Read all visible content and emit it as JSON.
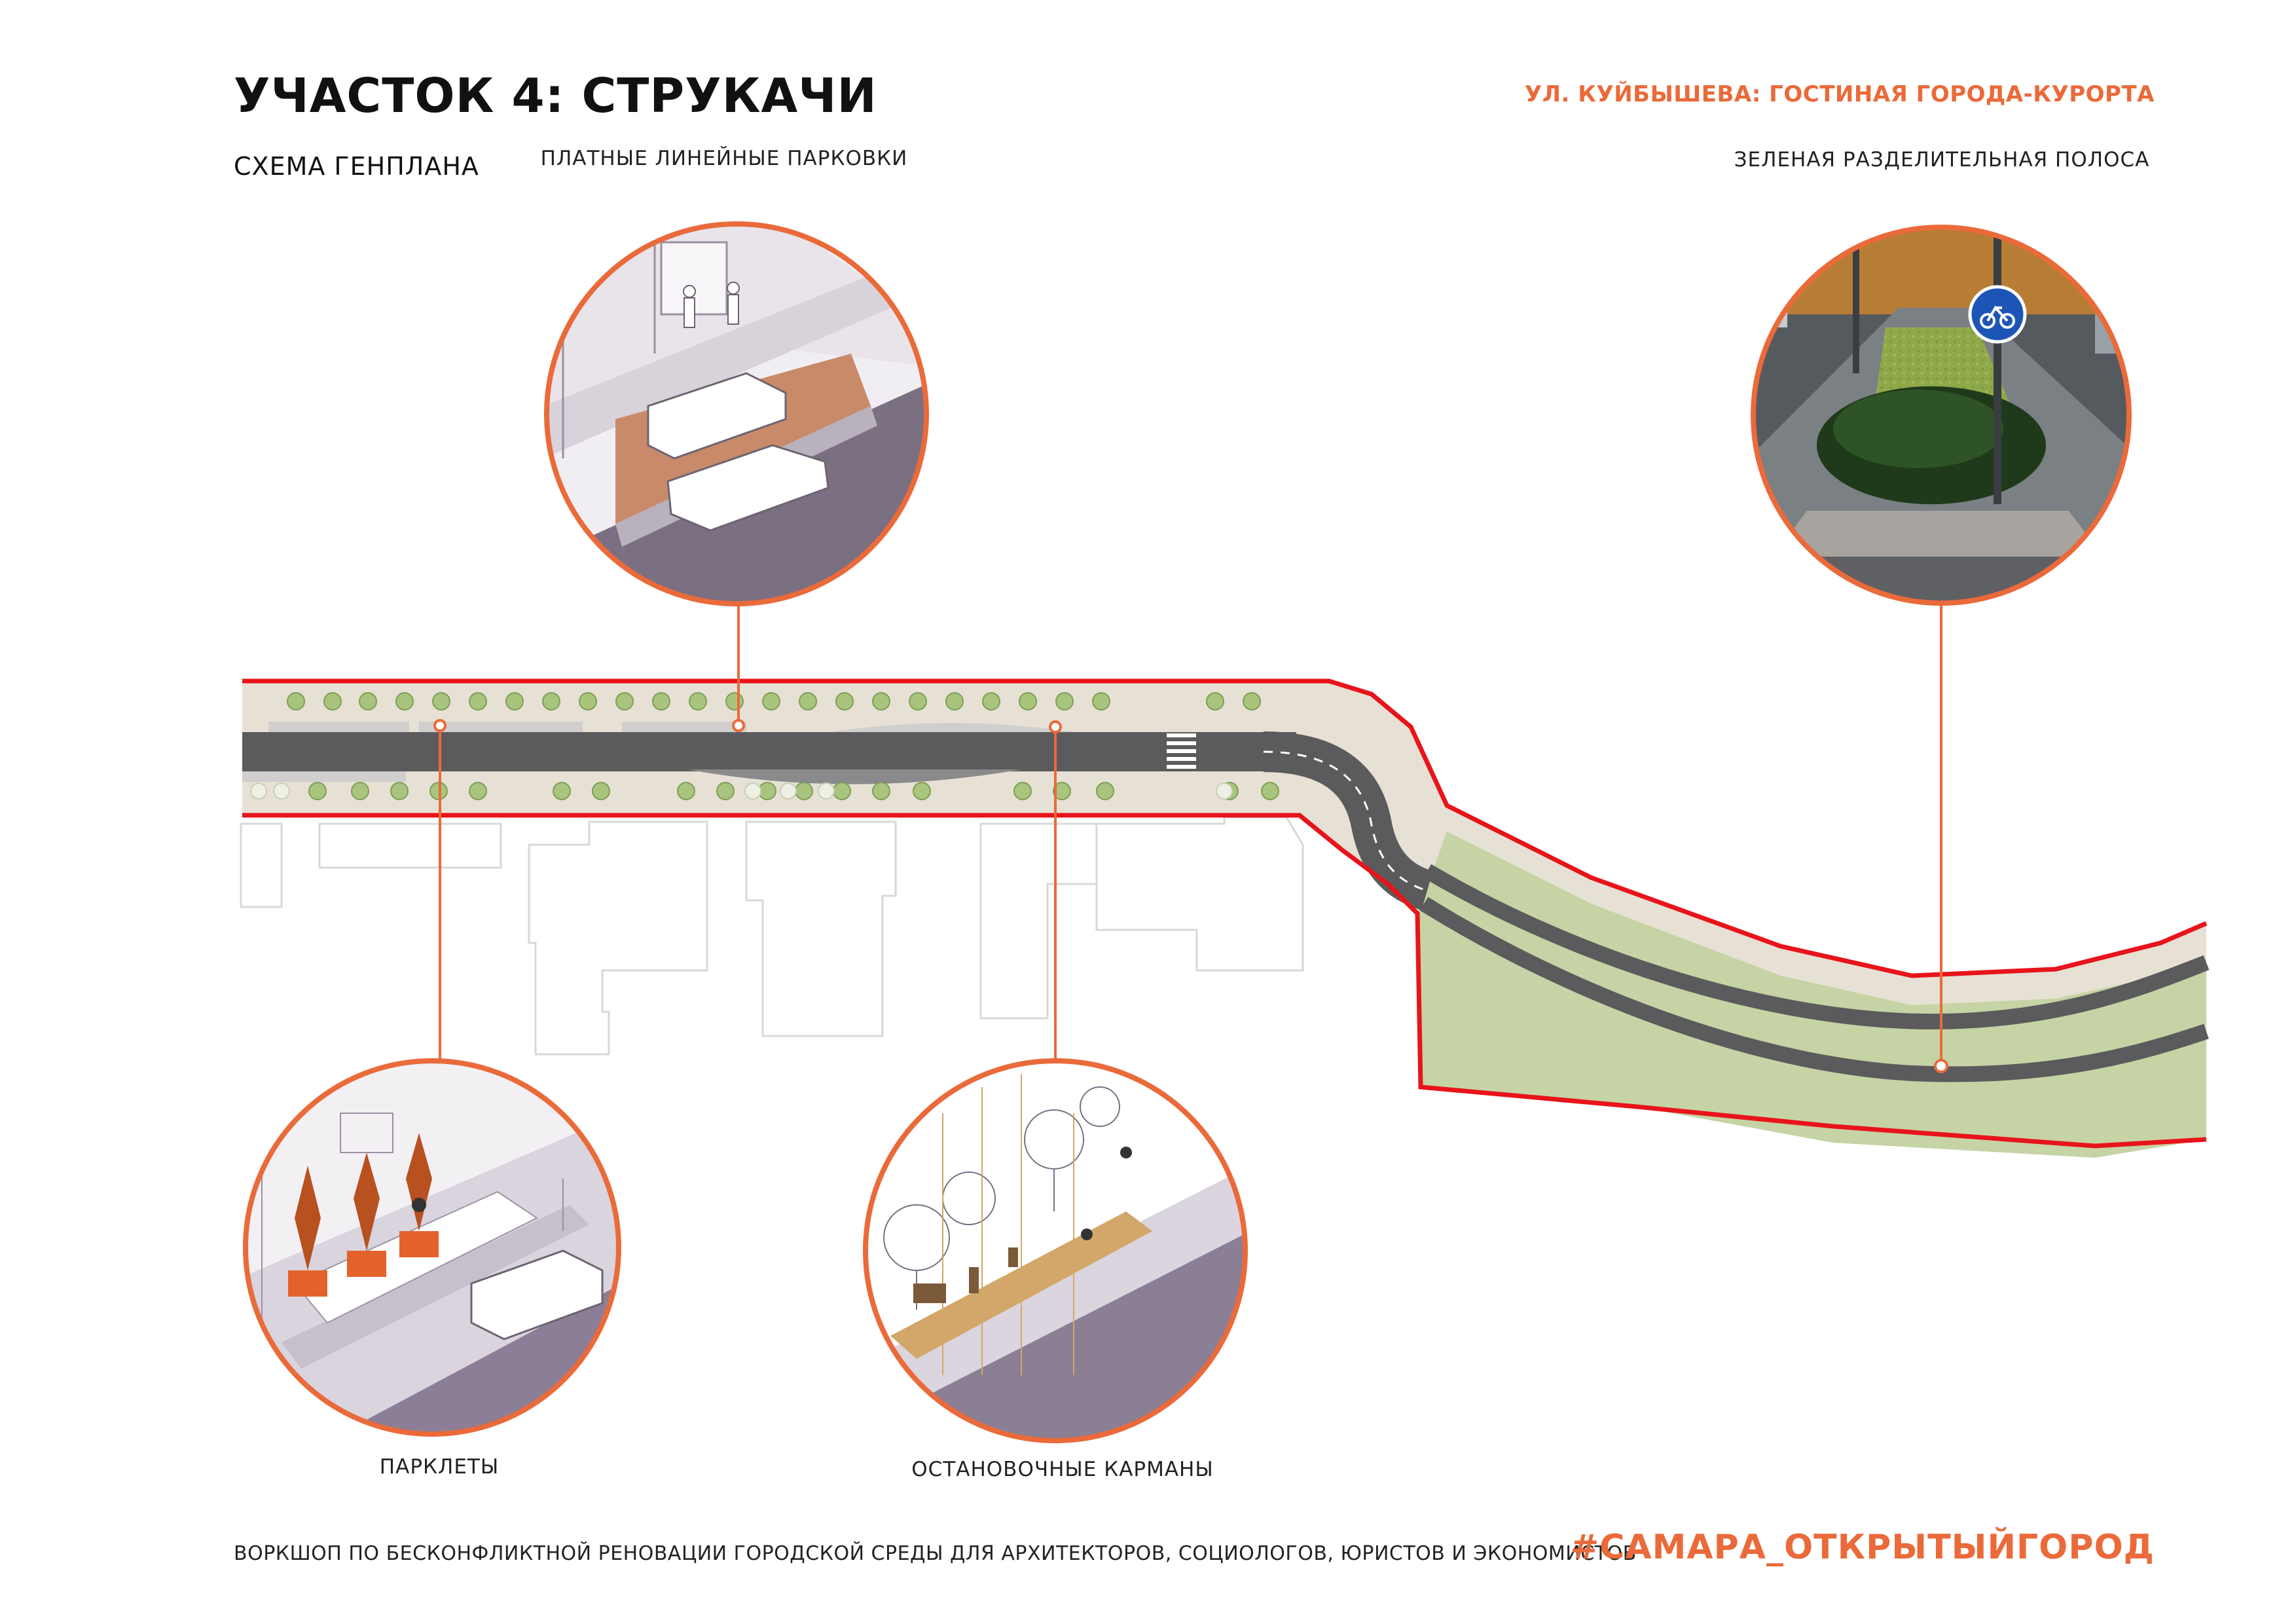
{
  "header": {
    "title": "УЧАСТОК 4: СТРУКАЧИ",
    "project": "УЛ. КУЙБЫШЕВА: ГОСТИНАЯ ГОРОДА-КУРОРТА",
    "scheme_label": "СХЕМА ГЕНПЛАНА"
  },
  "callouts": {
    "parking": "ПЛАТНЫЕ ЛИНЕЙНЫЕ ПАРКОВКИ",
    "green_strip": "ЗЕЛЕНАЯ РАЗДЕЛИТЕЛЬНАЯ ПОЛОСА",
    "parklets": "ПАРКЛЕТЫ",
    "bus_stops": "ОСТАНОВОЧНЫЕ КАРМАНЫ"
  },
  "footer": {
    "description": "ВОРКШОП ПО БЕСКОНФЛИКТНОЙ РЕНОВАЦИИ ГОРОДСКОЙ СРЕДЫ ДЛЯ АРХИТЕКТОРОВ, СОЦИОЛОГОВ, ЮРИСТОВ И ЭКОНОМИСТОВ",
    "hashtag": "#САМАРА_ОТКРЫТЫЙГОРОД"
  },
  "colors": {
    "accent": "#ea6a3a",
    "boundary": "#e8141b",
    "road": "#5b5b5d",
    "sidewalk": "#e6e1d4",
    "green": "#c6d3a4"
  },
  "icons": {
    "bicycle-sign": "bicycle-icon"
  }
}
